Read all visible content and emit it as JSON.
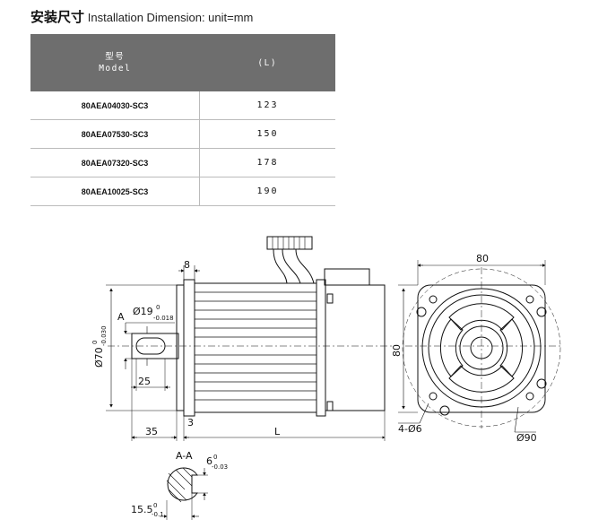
{
  "header": {
    "title_cn": "安装尺寸",
    "title_en": "Installation Dimension: unit=mm"
  },
  "table": {
    "col_model_cn": "型号",
    "col_model_en": "Model",
    "col_length": "(L)",
    "rows": [
      {
        "model": "80AEA04030-SC3",
        "length": "123"
      },
      {
        "model": "80AEA07530-SC3",
        "length": "150"
      },
      {
        "model": "80AEA07320-SC3",
        "length": "178"
      },
      {
        "model": "80AEA10025-SC3",
        "length": "190"
      }
    ]
  },
  "side_view": {
    "dim_flange": "8",
    "dim_shaft_dia": "Ø19",
    "dim_shaft_tol_upper": "0",
    "dim_shaft_tol_lower": "-0.018",
    "section_mark": "A",
    "dim_pilot_dia": "Ø70",
    "dim_pilot_tol_upper": "0",
    "dim_pilot_tol_lower": "-0.030",
    "dim_key_len": "25",
    "dim_shaft_len": "35",
    "dim_step": "3",
    "dim_body_len": "L"
  },
  "front_view": {
    "dim_width": "80",
    "dim_height": "80",
    "dim_holes": "4-Ø6",
    "dim_pcd": "Ø90"
  },
  "section_view": {
    "label": "A-A",
    "dim_key_width": "6",
    "dim_key_tol_upper": "0",
    "dim_key_tol_lower": "-0.03",
    "dim_depth": "15.5",
    "dim_depth_tol_upper": "0",
    "dim_depth_tol_lower": "-0.1"
  }
}
